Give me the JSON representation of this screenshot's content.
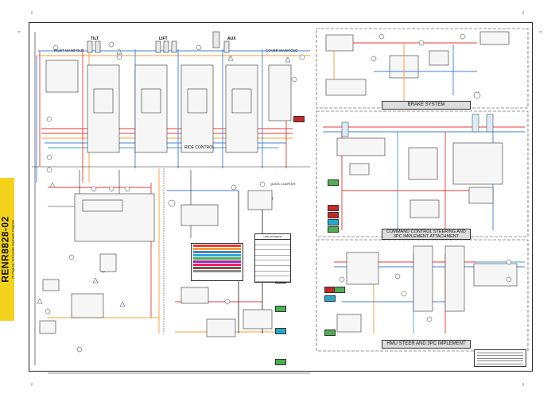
{
  "document": {
    "code": "RENR8828-02",
    "subtitle": "20 Page(s), Schematic Hydraulic Diagram"
  },
  "manifold_labels": {
    "inlet": "INLET MANIFOLD",
    "tilt": "TILT",
    "lift": "LIFT",
    "aux": "AUX",
    "cover": "COVER MANIFOLD",
    "ride": "RIDE CONTROL",
    "quick": "QUICK COUPLER"
  },
  "sections": {
    "brake": "BRAKE SYSTEM",
    "command": "COMMAND CONTROL STEERING AND 3PC IMPLEMENT ATTACHMENT",
    "hmu": "HMU STEER AND 3PC IMPLEMENT"
  },
  "legend": {
    "title": "LINE PATTERNS"
  },
  "colors": {
    "tab": "#f2d21b",
    "red_line": "#e53935",
    "blue_line": "#3f7fd6",
    "orange_line": "#f39c32",
    "green_tag": "#4caf50",
    "cyan_tag": "#26a9c9",
    "red_tag": "#c62828"
  }
}
